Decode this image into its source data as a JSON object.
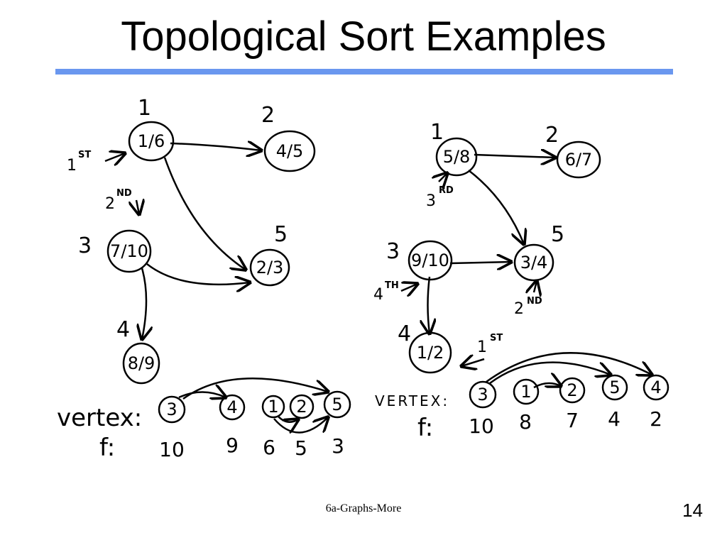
{
  "title": "Topological Sort Examples",
  "footer": "6a-Graphs-More",
  "page_number": "14",
  "left": {
    "nodes": [
      {
        "id": "1",
        "label": "1",
        "times": "1/6"
      },
      {
        "id": "2",
        "label": "2",
        "times": "4/5"
      },
      {
        "id": "3",
        "label": "3",
        "times": "7/10"
      },
      {
        "id": "5",
        "label": "5",
        "times": "2/3"
      },
      {
        "id": "4",
        "label": "4",
        "times": "8/9"
      }
    ],
    "edges": [
      [
        "1",
        "2"
      ],
      [
        "1",
        "5"
      ],
      [
        "3",
        "5"
      ],
      [
        "3",
        "4"
      ]
    ],
    "start_marks": [
      {
        "num": "1",
        "suffix": "ST"
      },
      {
        "num": "2",
        "suffix": "ND"
      }
    ],
    "row_label_vertex": "vertex:",
    "row_label_f": "f:",
    "order": [
      "3",
      "4",
      "1",
      "2",
      "5"
    ],
    "f_values": [
      "10",
      "9",
      "6",
      "5",
      "3"
    ]
  },
  "right": {
    "nodes": [
      {
        "id": "1",
        "label": "1",
        "times": "5/8"
      },
      {
        "id": "2",
        "label": "2",
        "times": "6/7"
      },
      {
        "id": "3",
        "label": "3",
        "times": "9/10"
      },
      {
        "id": "5",
        "label": "5",
        "times": "3/4"
      },
      {
        "id": "4",
        "label": "4",
        "times": "1/2"
      }
    ],
    "edges": [
      [
        "1",
        "2"
      ],
      [
        "1",
        "5"
      ],
      [
        "3",
        "5"
      ],
      [
        "3",
        "4"
      ]
    ],
    "start_marks": [
      {
        "num": "3",
        "suffix": "RD"
      },
      {
        "num": "4",
        "suffix": "TH"
      },
      {
        "num": "2",
        "suffix": "ND"
      },
      {
        "num": "1",
        "suffix": "ST"
      }
    ],
    "row_label_vertex": "VERTEX:",
    "row_label_f": "f:",
    "order": [
      "3",
      "1",
      "2",
      "5",
      "4"
    ],
    "f_values": [
      "10",
      "8",
      "7",
      "4",
      "2"
    ]
  }
}
